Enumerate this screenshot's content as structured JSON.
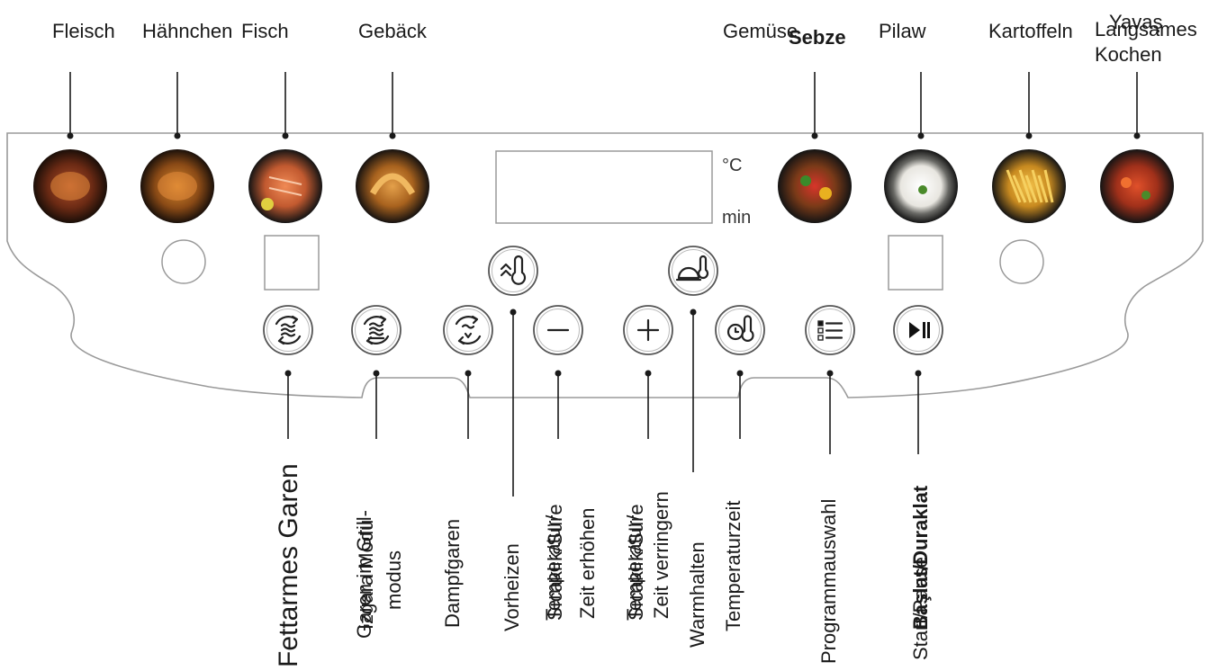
{
  "top_programs": [
    {
      "id": "fleisch",
      "label": "Fleisch",
      "icon": "meat-icon"
    },
    {
      "id": "haehnchen",
      "label": "Hähnchen",
      "icon": "chicken-icon"
    },
    {
      "id": "fisch",
      "label": "Fisch",
      "icon": "fish-icon"
    },
    {
      "id": "gebaeck",
      "label": "Gebäck",
      "icon": "croissant-icon"
    },
    {
      "id": "gemuese",
      "label": "Gemüse",
      "overlay": "Sebze",
      "icon": "vegetables-icon"
    },
    {
      "id": "pilaw",
      "label": "Pilaw",
      "icon": "rice-icon"
    },
    {
      "id": "kartoffeln",
      "label": "Kartoffeln",
      "icon": "fries-icon"
    },
    {
      "id": "langsam",
      "line1": "Langsames",
      "overlay": "Yavaş",
      "line2": "Kochen",
      "icon": "stew-icon"
    }
  ],
  "display": {
    "unit_temp": "°C",
    "unit_time": "min"
  },
  "bottom_buttons": [
    {
      "id": "fettarm",
      "lines": [
        "Fettarmes Garen"
      ],
      "icon": "air-fry-icon"
    },
    {
      "id": "grill",
      "lines": [
        "Garen im Grill-",
        "modus"
      ],
      "overlay": "Izgara Modu",
      "icon": "grill-mode-icon"
    },
    {
      "id": "dampf",
      "lines": [
        "Dampfgaren"
      ],
      "icon": "steam-icon"
    },
    {
      "id": "vorheizen",
      "lines": [
        "Vorheizen"
      ],
      "icon": "preheat-icon"
    },
    {
      "id": "minus",
      "lines": [
        "Temperatur/",
        "Zeit erhöhen"
      ],
      "overlay": "Sıcaklık/Süre",
      "icon": "minus-icon"
    },
    {
      "id": "plus",
      "lines": [
        "Temperatur/",
        "Zeit verringern"
      ],
      "overlay": "Sıcaklık/Süre",
      "icon": "plus-icon"
    },
    {
      "id": "warmhalten",
      "lines": [
        "Warmhalten"
      ],
      "icon": "keep-warm-icon"
    },
    {
      "id": "temperaturzeit",
      "lines": [
        "Temperaturzeit"
      ],
      "icon": "temp-time-icon"
    },
    {
      "id": "programmwahl",
      "lines": [
        "Programmauswahl"
      ],
      "icon": "program-list-icon"
    },
    {
      "id": "startpause",
      "lines": [
        "Start/Pause"
      ],
      "overlay": "Başlat/Duraklat",
      "icon": "play-pause-icon"
    }
  ]
}
